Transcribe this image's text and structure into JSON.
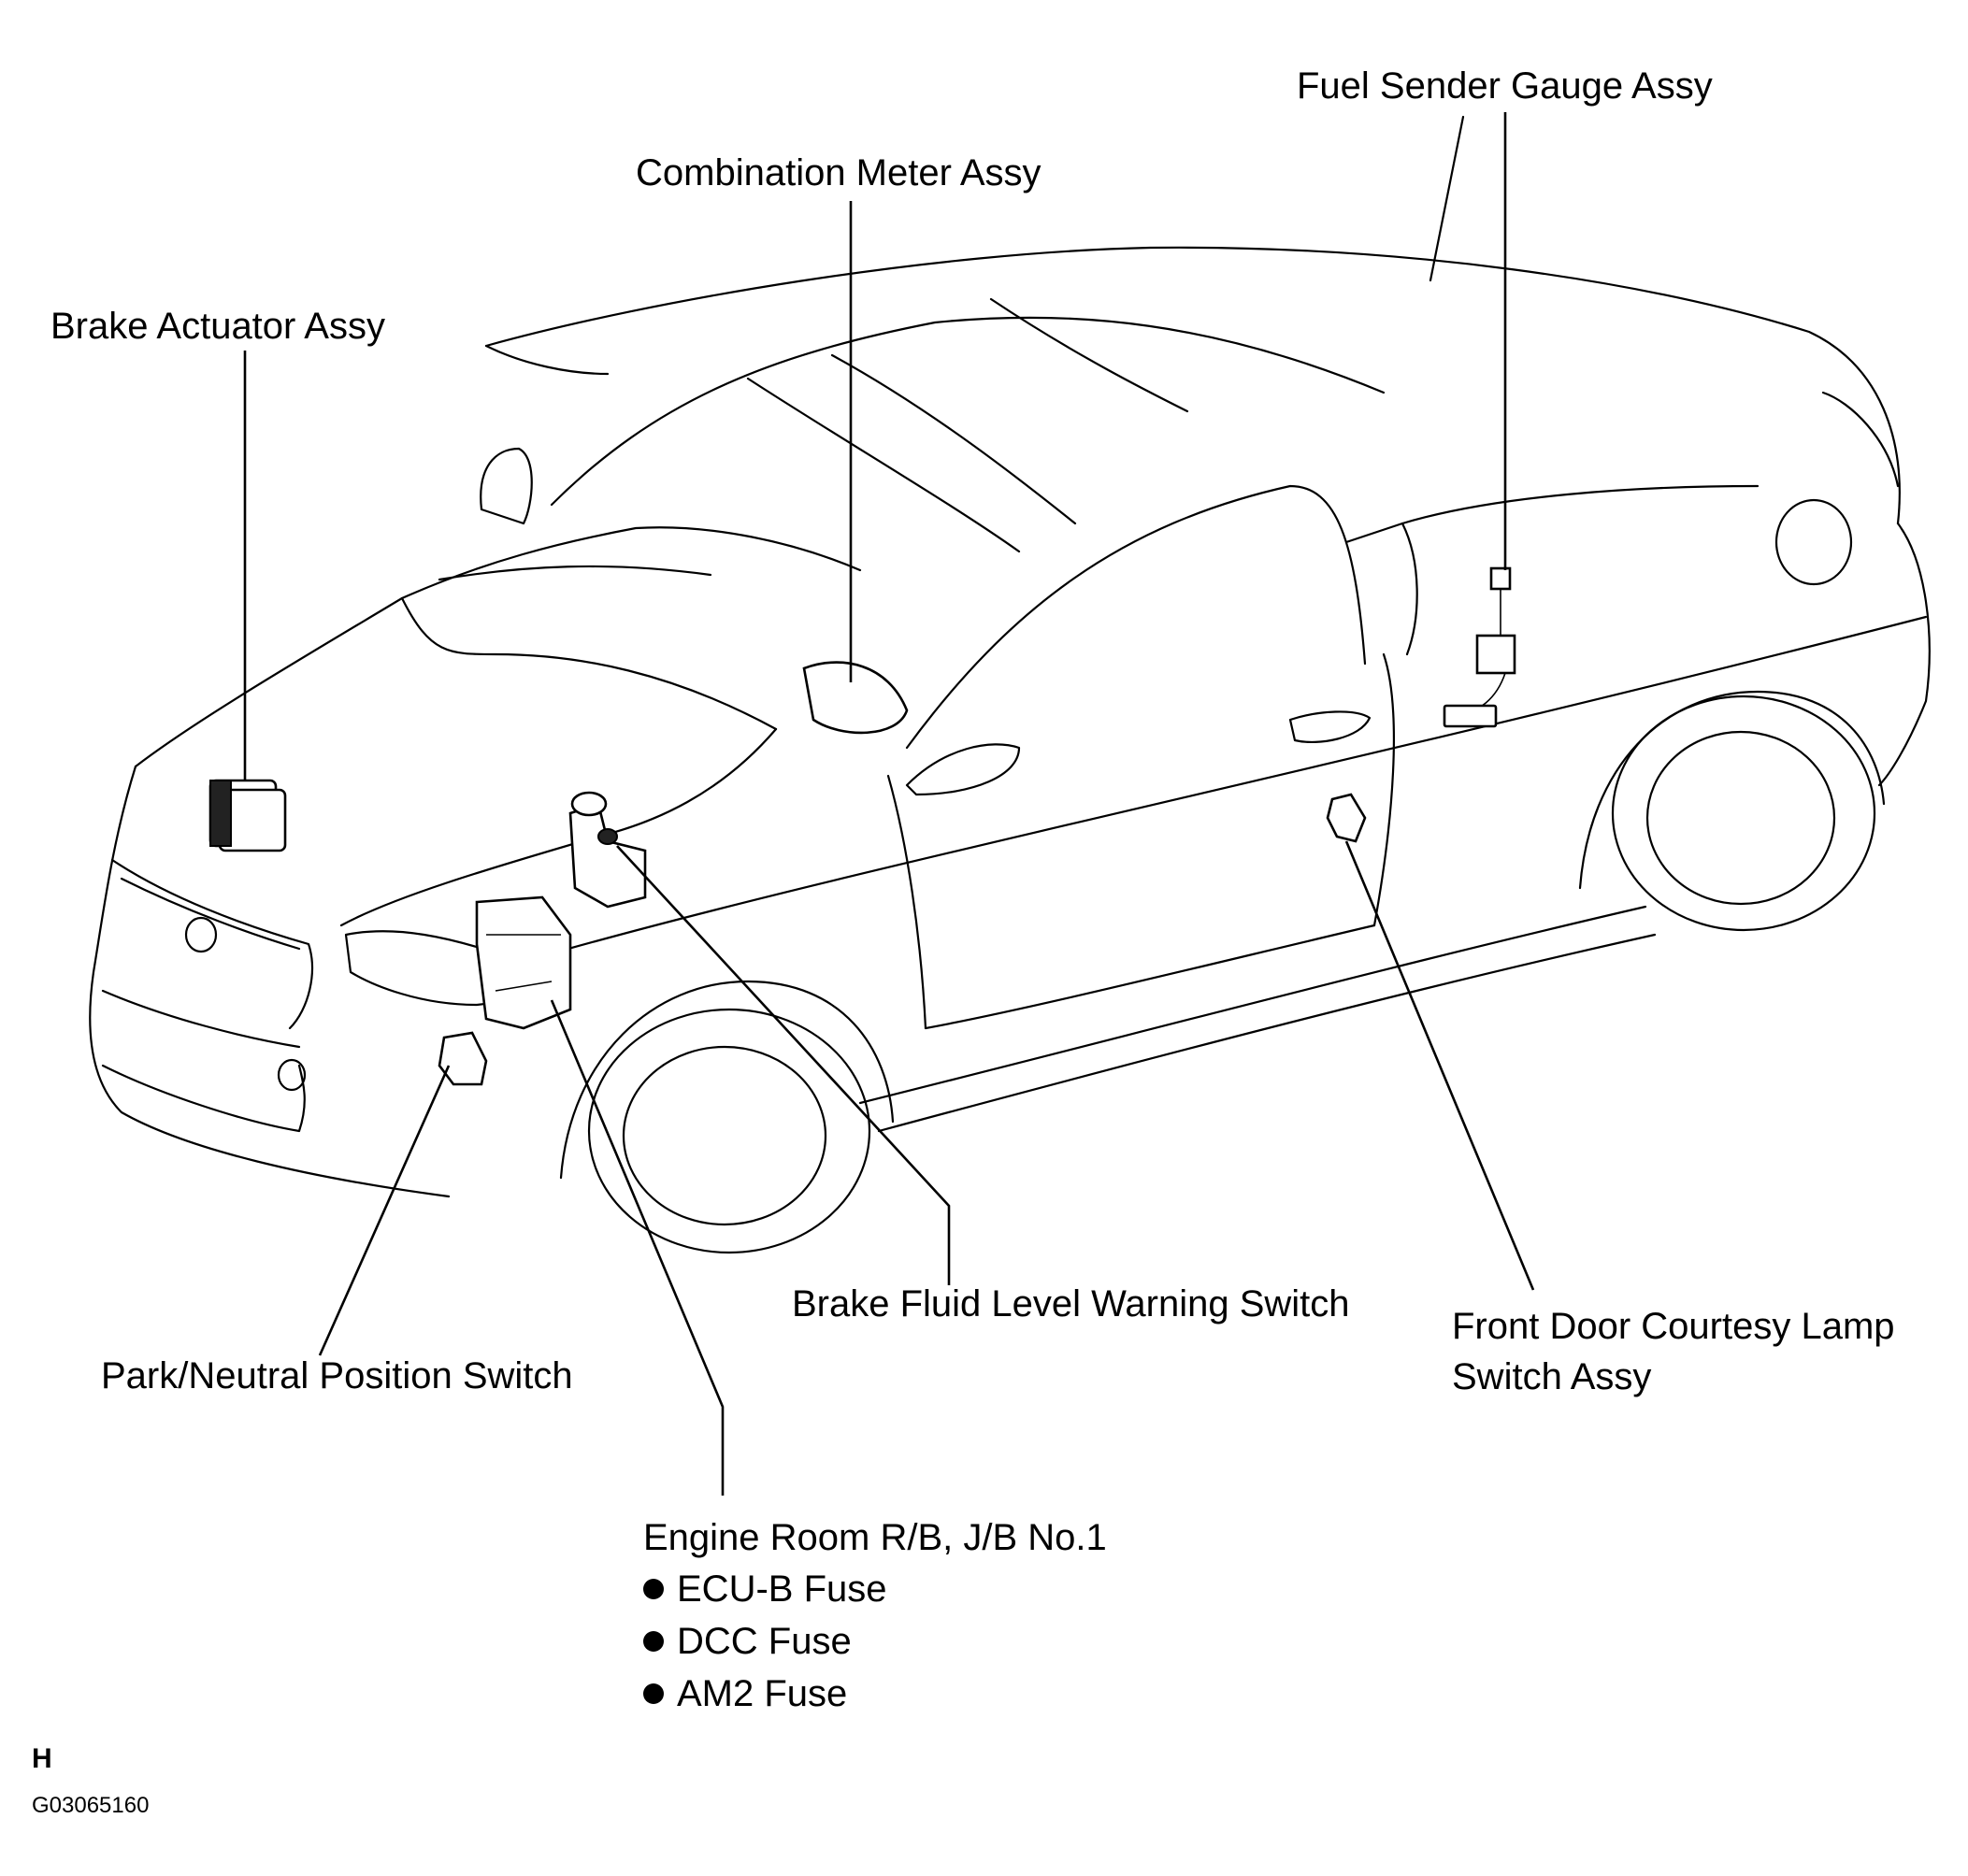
{
  "diagram": {
    "labels": {
      "fuel_sender": "Fuel Sender Gauge Assy",
      "combination_meter": "Combination Meter Assy",
      "brake_actuator": "Brake Actuator Assy",
      "brake_fluid_switch": "Brake Fluid Level Warning Switch",
      "front_door_courtesy_line1": "Front Door Courtesy Lamp",
      "front_door_courtesy_line2": "Switch Assy",
      "park_neutral": "Park/Neutral Position Switch",
      "engine_room_rb": "Engine Room R/B, J/B No.1"
    },
    "fuse_list": [
      "ECU-B Fuse",
      "DCC Fuse",
      "AM2 Fuse"
    ],
    "corner_letter": "H",
    "figure_code": "G03065160"
  }
}
